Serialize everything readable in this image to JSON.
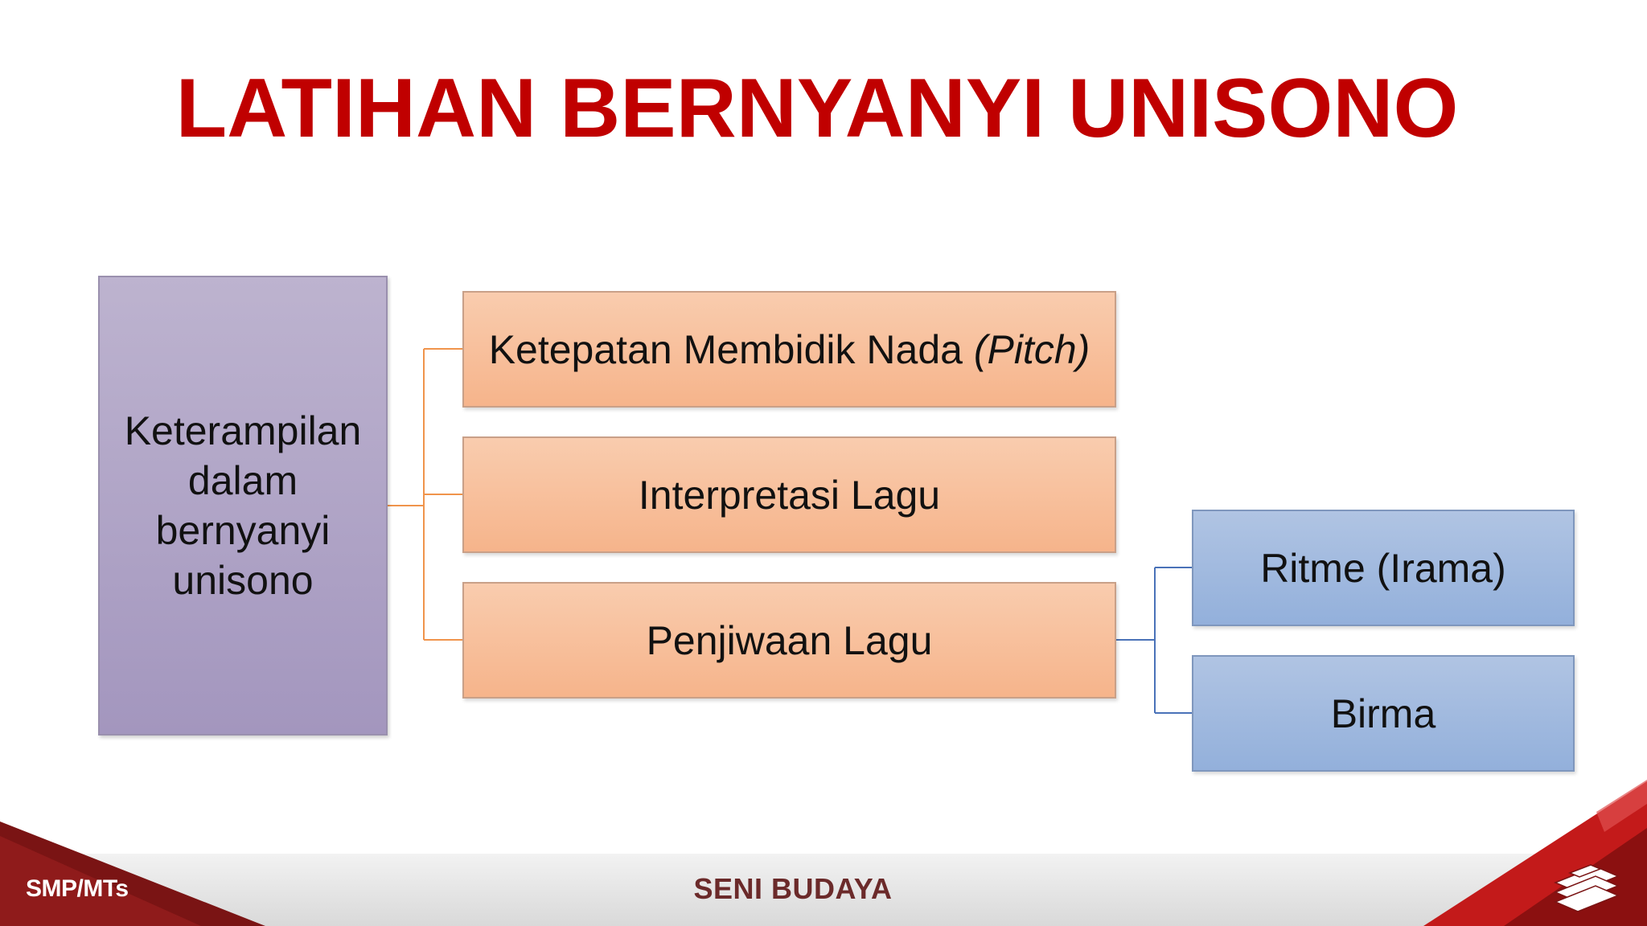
{
  "title": "LATIHAN BERNYANYI UNISONO",
  "diagram": {
    "root": "Keterampilan dalam bernyanyi unisono",
    "branches": [
      {
        "text": "Ketepatan Membidik Nada ",
        "italic": "(Pitch)"
      },
      {
        "text": "Interpretasi Lagu"
      },
      {
        "text": "Penjiwaan Lagu"
      }
    ],
    "sub_branches": [
      {
        "text": "Ritme (Irama)"
      },
      {
        "text": "Birma"
      }
    ]
  },
  "footer": {
    "left": "SMP/MTs",
    "center": "SENI BUDAYA",
    "logo_icon": "book-stack-icon"
  },
  "colors": {
    "title": "#c00000",
    "root_box": "#a99dc2",
    "branch_box": "#f8bf9b",
    "sub_box": "#a2bae0",
    "orange_connector": "#f0944c",
    "blue_connector": "#4a72b8",
    "footer_accent": "#8b1a1a"
  }
}
